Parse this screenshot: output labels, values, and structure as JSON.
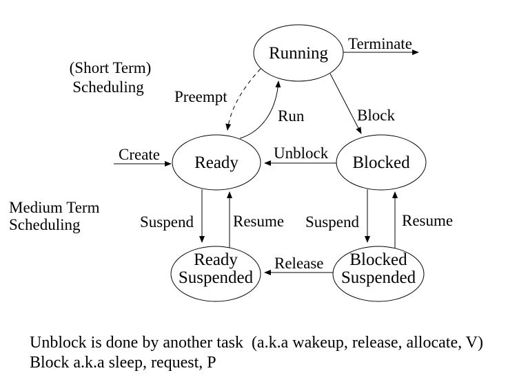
{
  "colors": {
    "background": "#ffffff",
    "line": "#000000",
    "text": "#000000"
  },
  "headers": {
    "short_term": {
      "line1": "(Short Term)",
      "line2": "Scheduling"
    },
    "medium_term": {
      "line1": "Medium Term",
      "line2": "Scheduling"
    }
  },
  "nodes": {
    "running": {
      "label": "Running"
    },
    "ready": {
      "label": "Ready"
    },
    "blocked": {
      "label": "Blocked"
    },
    "ready_suspended": {
      "line1": "Ready",
      "line2": "Suspended"
    },
    "blocked_suspended": {
      "line1": "Blocked",
      "line2": "Suspended"
    }
  },
  "transitions": {
    "terminate": "Terminate",
    "preempt": "Preempt",
    "run": "Run",
    "block": "Block",
    "create": "Create",
    "unblock": "Unblock",
    "suspend_left": "Suspend",
    "resume_left": "Resume",
    "suspend_right": "Suspend",
    "resume_right": "Resume",
    "release": "Release"
  },
  "notes": {
    "line1": "Unblock is done by another task  (a.k.a wakeup, release, allocate, V)",
    "line2": "Block a.k.a sleep, request, P"
  }
}
